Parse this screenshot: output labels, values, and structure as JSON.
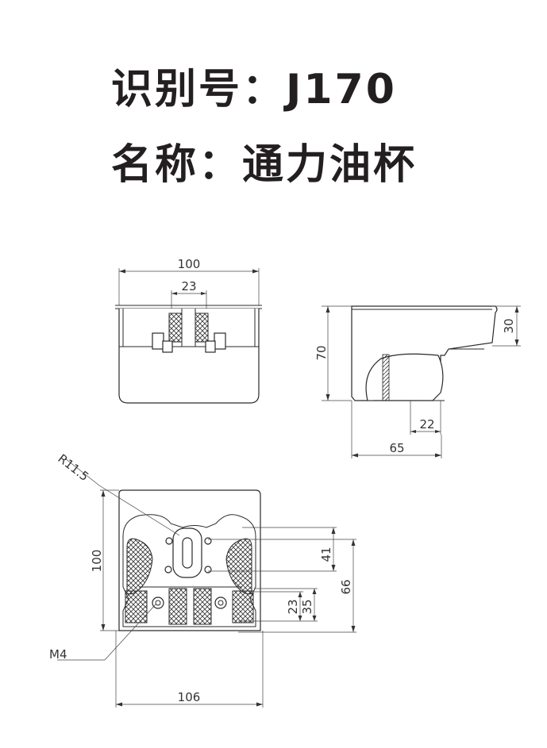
{
  "header": {
    "id_line": "识别号：J170",
    "name_line": "名称：通力油杯"
  },
  "drawing": {
    "front_view": {
      "width": "100",
      "inner_width": "23"
    },
    "side_view": {
      "height": "70",
      "top_height": "30",
      "bottom_width": "22",
      "total_width": "65"
    },
    "bottom_view": {
      "radius": "R11.5",
      "height": "100",
      "dim_41": "41",
      "dim_66": "66",
      "dim_23": "23",
      "dim_35": "35",
      "thread": "M4",
      "width": "106"
    }
  },
  "colors": {
    "line": "#2a2a2a",
    "text": "#231f20"
  }
}
